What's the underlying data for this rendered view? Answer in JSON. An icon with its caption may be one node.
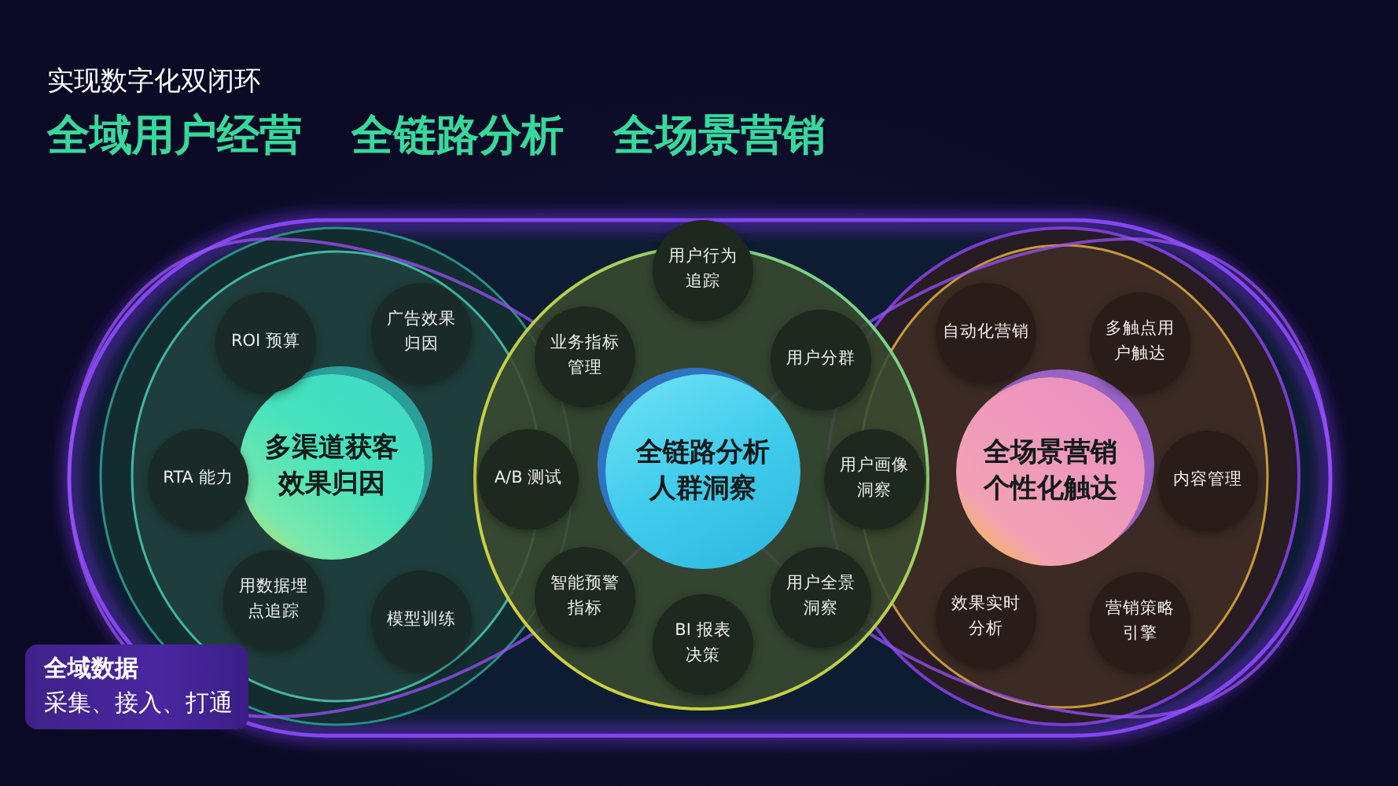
{
  "diagram": {
    "title": "全域用户经营 全链路分析 全场景营销",
    "labels": [
      "实现数字化双闭环"
    ],
    "nodes": [
      {
        "text": [
          "多渠道获客效果归因"
        ]
      },
      {
        "text": [
          "ROI 预算"
        ]
      },
      {
        "text": [
          "广告效果归因"
        ]
      },
      {
        "text": [
          "RTA 能力"
        ]
      },
      {
        "text": [
          "用数据埋点追踪"
        ]
      },
      {
        "text": [
          "模型训练"
        ]
      },
      {
        "text": [
          "全链路分析人群洞察"
        ]
      },
      {
        "text": [
          "用户行为追踪"
        ]
      },
      {
        "text": [
          "业务指标管理"
        ]
      },
      {
        "text": [
          "用户分群"
        ]
      },
      {
        "text": [
          "A/B 测试"
        ]
      },
      {
        "text": [
          "用户画像洞察"
        ]
      },
      {
        "text": [
          "智能预警指标"
        ]
      },
      {
        "text": [
          "用户全景洞察"
        ]
      },
      {
        "text": [
          "BI 报表决策"
        ]
      },
      {
        "text": [
          "全场景营销个性化触达"
        ]
      },
      {
        "text": [
          "自动化营销"
        ]
      },
      {
        "text": [
          "多触点用户触达"
        ]
      },
      {
        "text": [
          "内容管理"
        ]
      },
      {
        "text": [
          "效果实时分析"
        ]
      },
      {
        "text": [
          "营销策略引擎"
        ]
      },
      {
        "text": [
          "全域数据",
          "采集、接入、打通"
        ]
      }
    ]
  }
}
